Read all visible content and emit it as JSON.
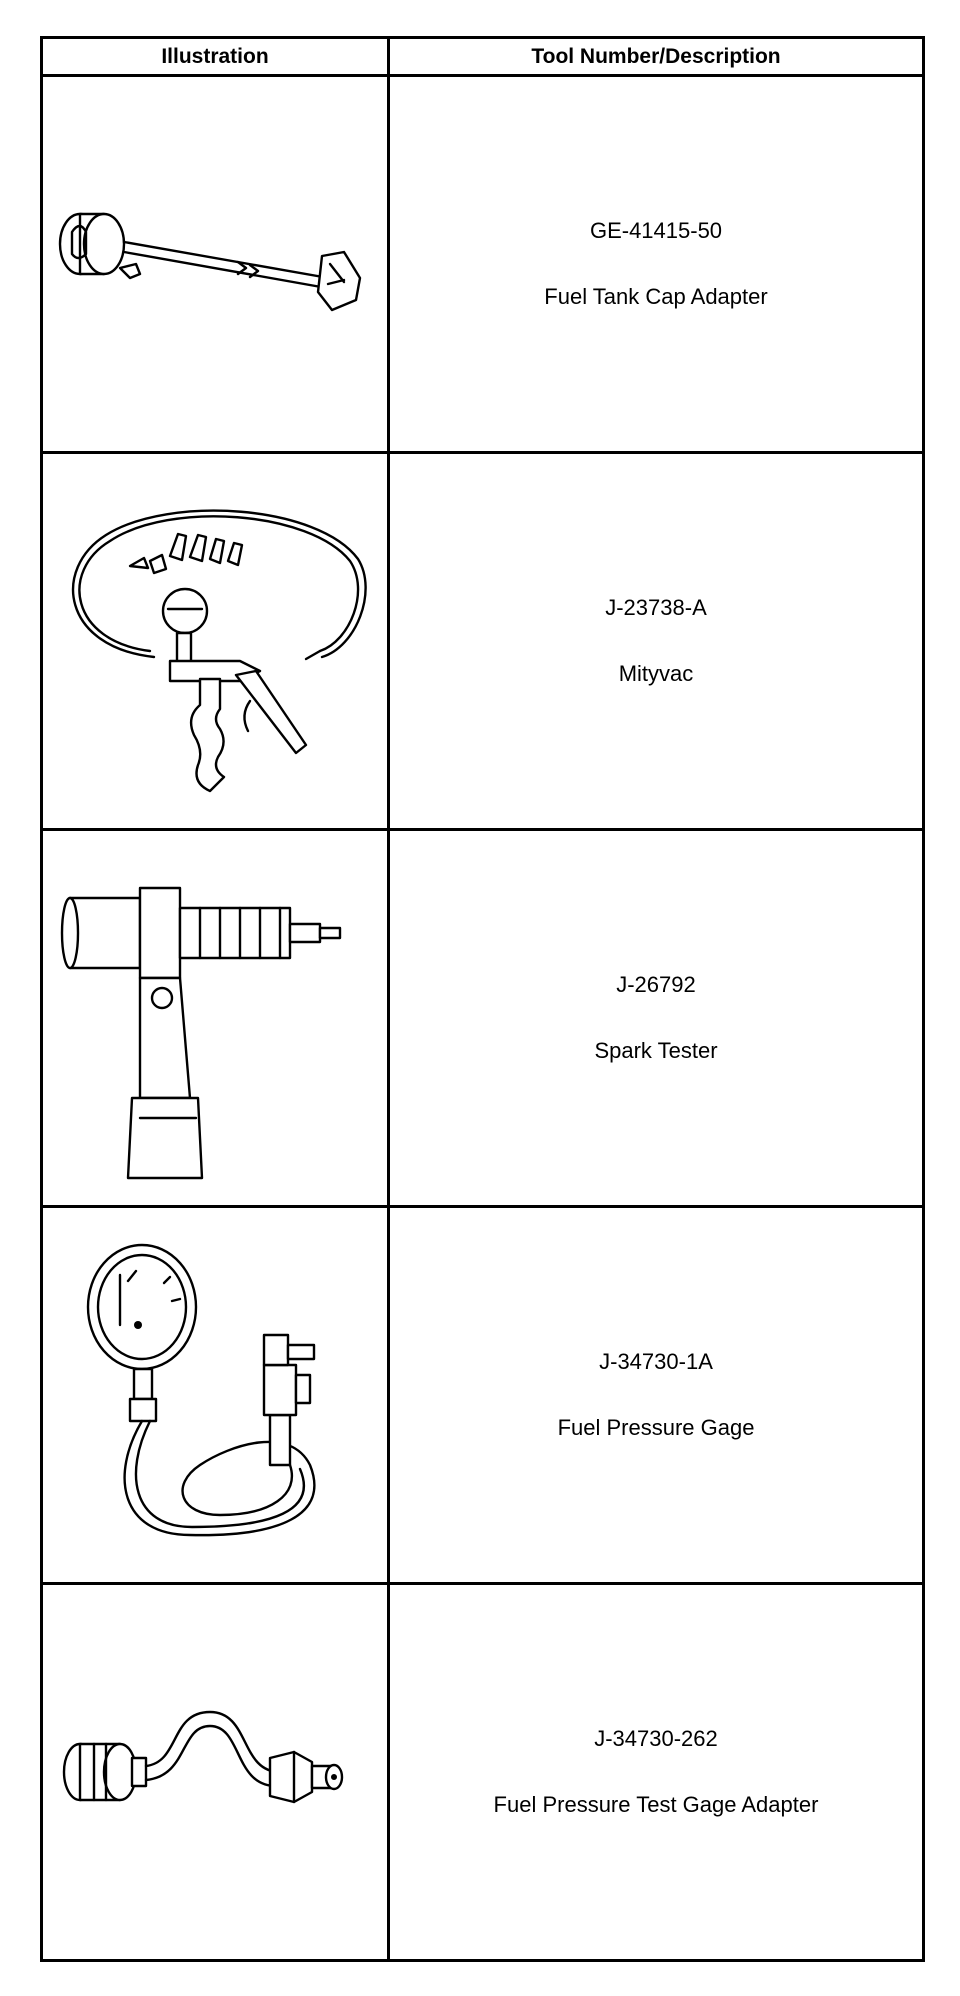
{
  "table": {
    "headers": {
      "illustration": "Illustration",
      "tool": "Tool Number/Description"
    },
    "rows": [
      {
        "icon": "fuel-tank-cap-adapter-icon",
        "tool_number": "GE-41415-50",
        "description": "Fuel Tank Cap Adapter"
      },
      {
        "icon": "mityvac-icon",
        "tool_number": "J-23738-A",
        "description": "Mityvac"
      },
      {
        "icon": "spark-tester-icon",
        "tool_number": "J-26792",
        "description": "Spark Tester"
      },
      {
        "icon": "fuel-pressure-gage-icon",
        "tool_number": "J-34730-1A",
        "description": "Fuel Pressure Gage"
      },
      {
        "icon": "fuel-pressure-test-gage-adapter-icon",
        "tool_number": "J-34730-262",
        "description": "Fuel Pressure Test Gage Adapter"
      }
    ]
  }
}
